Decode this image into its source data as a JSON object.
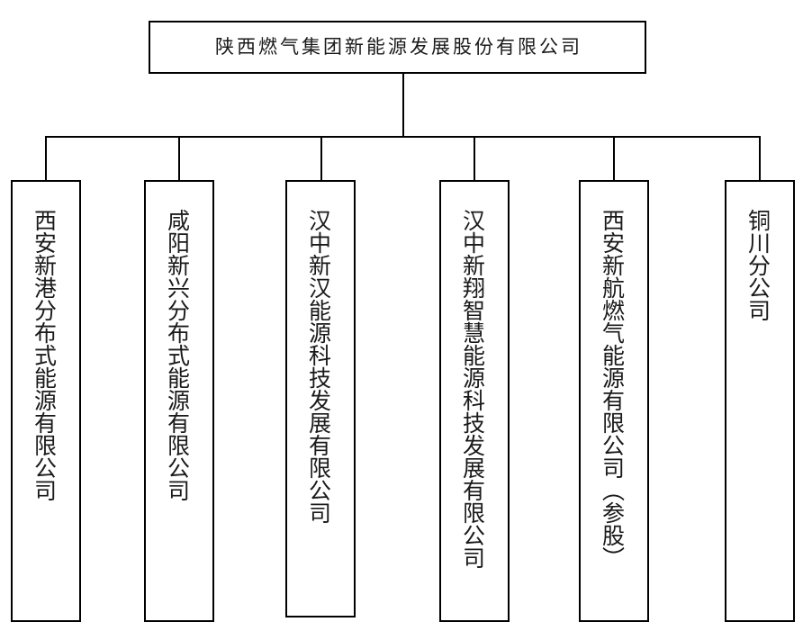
{
  "diagram": {
    "type": "organizational-chart",
    "orientation": "top-down",
    "line_color": "#000000",
    "box_border_color": "#000000",
    "background_color": "#ffffff",
    "text_color": "#1a1a1a",
    "root": {
      "label": "陕西燃气集团新能源发展股份有限公司"
    },
    "children": [
      {
        "label": "西安新港分布式能源有限公司"
      },
      {
        "label": "咸阳新兴分布式能源有限公司"
      },
      {
        "label": "汉中新汉能源科技发展有限公司"
      },
      {
        "label": "汉中新翔智慧能源科技发展有限公司"
      },
      {
        "label": "西安新航燃气能源有限公司（参股）"
      },
      {
        "label": "铜川分公司"
      }
    ]
  }
}
